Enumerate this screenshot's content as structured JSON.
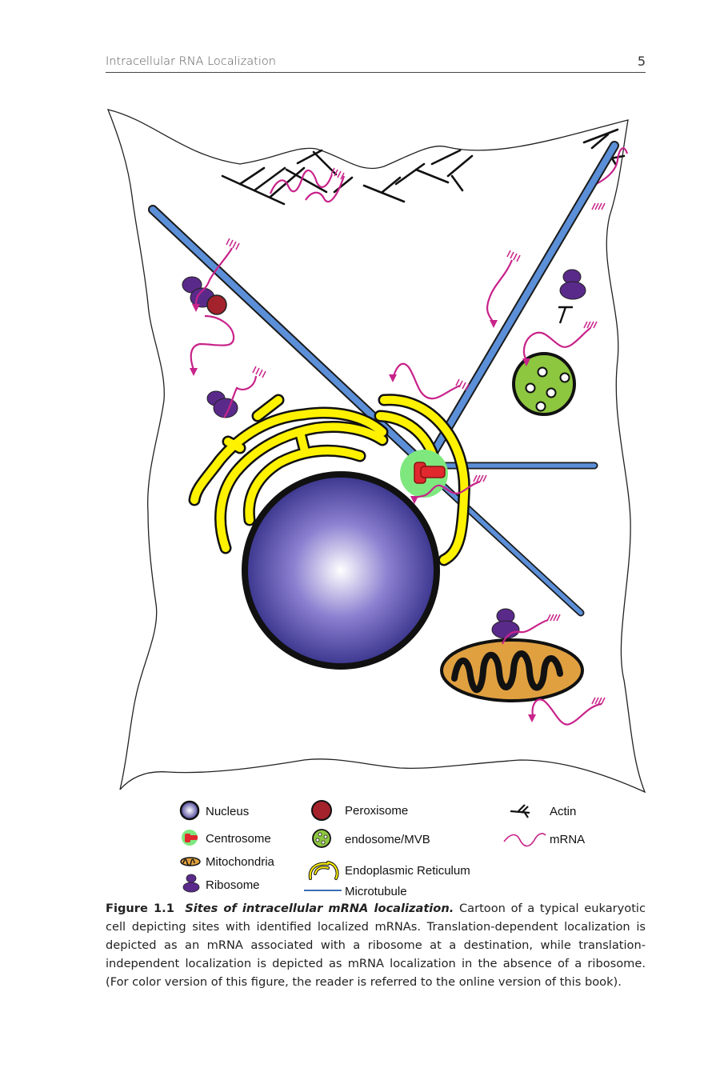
{
  "header": {
    "running_title": "Intracellular RNA Localization",
    "page_number": "5"
  },
  "figure": {
    "legend": [
      {
        "label": "Nucleus",
        "icon": "nucleus-icon"
      },
      {
        "label": "Peroxisome",
        "icon": "peroxisome-icon"
      },
      {
        "label": "Actin",
        "icon": "actin-icon"
      },
      {
        "label": "Centrosome",
        "icon": "centrosome-icon"
      },
      {
        "label": "endosome/MVB",
        "icon": "endosome-icon"
      },
      {
        "label": "mRNA",
        "icon": "mrna-icon"
      },
      {
        "label": "Mitochondria",
        "icon": "mitochondria-icon"
      },
      {
        "label": "Endoplasmic Reticulum",
        "icon": "er-icon"
      },
      {
        "label": "Ribosome",
        "icon": "ribosome-icon"
      },
      {
        "label": "Microtubule",
        "icon": "microtubule-icon"
      }
    ],
    "colors": {
      "nucleus": "#4a3f9e",
      "microtubule": "#5b8fd8",
      "er": "#fff200",
      "ribosome": "#5a2a8a",
      "peroxisome": "#a3222b",
      "endosome": "#8dc63f",
      "mitochondria": "#e0a040",
      "mrna": "#c8238a",
      "centrosome_halo": "#7ee87e",
      "centrosome": "#e0282e"
    }
  },
  "caption": {
    "label": "Figure 1.1",
    "title": "Sites of intracellular mRNA localization.",
    "text": "Cartoon of a typical eukaryotic cell depicting sites with identified localized mRNAs. Translation-dependent localization is depicted as an mRNA associated with a ribosome at a destination, while translation-independent localization is depicted as mRNA localization in the absence of a ribosome. (For color version of this figure, the reader is referred to the online version of this book)."
  }
}
